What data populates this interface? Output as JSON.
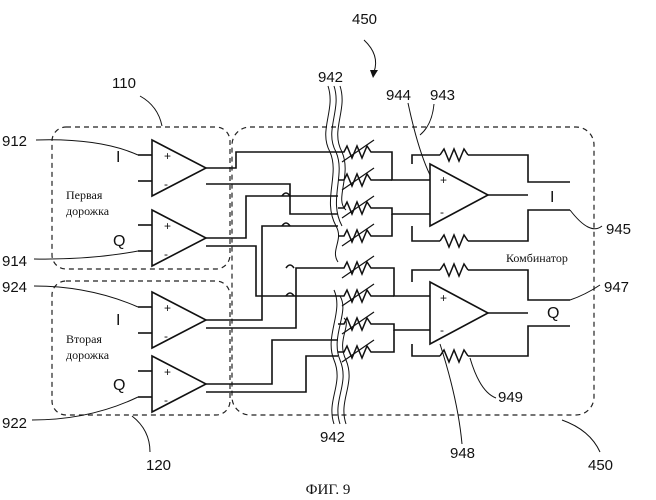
{
  "figure": {
    "caption": "ФИГ. 9",
    "refs": {
      "r450_top": "450",
      "r450_bottom": "450",
      "r110": "110",
      "r120": "120",
      "r912": "912",
      "r914": "914",
      "r924": "924",
      "r922": "922",
      "r942_top": "942",
      "r942_bottom": "942",
      "r943": "943",
      "r944": "944",
      "r945": "945",
      "r947": "947",
      "r948": "948",
      "r949": "949"
    },
    "labels": {
      "path1_line1": "Первая",
      "path1_line2": "дорожка",
      "path2_line1": "Вторая",
      "path2_line2": "дорожка",
      "combiner": "Комбинатор"
    },
    "signals": {
      "amp1_in": "I",
      "amp2_in": "Q",
      "amp3_in": "I",
      "amp4_in": "Q",
      "out_i": "I",
      "out_q": "Q"
    },
    "pins": {
      "plus": "+",
      "minus": "-"
    }
  }
}
